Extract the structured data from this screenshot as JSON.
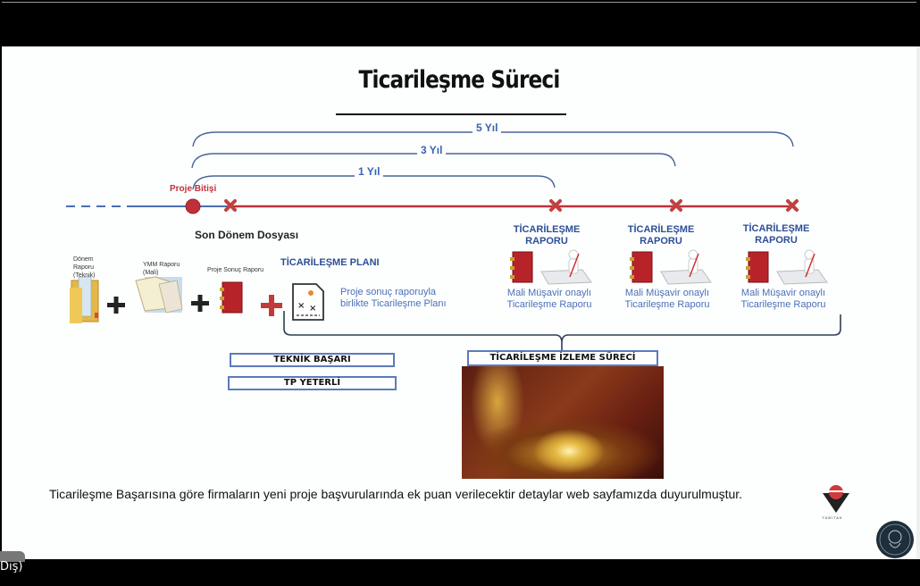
{
  "slide": {
    "title": "Ticarileşme Süreci",
    "spans": [
      {
        "label": "5 Yıl"
      },
      {
        "label": "3 Yıl"
      },
      {
        "label": "1 Yıl"
      }
    ],
    "timeline": {
      "project_end_label": "Proje Bitişi",
      "past_color": "#4a6fb3",
      "future_color": "#c0303a"
    },
    "son_donem": {
      "heading": "Son Dönem Dosyası",
      "docs": [
        {
          "label": "Dönem Raporu (Teknik)",
          "icon": "folder-document-icon"
        },
        {
          "label": "YMM Raporu (Mali)",
          "icon": "open-folder-icon"
        },
        {
          "label": "Proje Sonuç Raporu",
          "icon": "red-binder-icon"
        }
      ]
    },
    "plan": {
      "heading": "TİCARİLEŞME PLANI",
      "text_line1": "Proje sonuç raporuyla",
      "text_line2": "birlikte Ticarileşme Planı",
      "icon": "strategy-plan-icon"
    },
    "reports": [
      {
        "heading_line1": "TİCARİLEŞME",
        "heading_line2": "RAPORU",
        "text_line1": "Mali Müşavir onaylı",
        "text_line2": "Ticarileşme Raporu"
      },
      {
        "heading_line1": "TİCARİLEŞME",
        "heading_line2": "RAPORU",
        "text_line1": "Mali Müşavir onaylı",
        "text_line2": "Ticarileşme Raporu"
      },
      {
        "heading_line1": "TİCARİLEŞME",
        "heading_line2": "RAPORU",
        "text_line1": "Mali Müşavir onaylı",
        "text_line2": "Ticarileşme Raporu"
      }
    ],
    "boxes": {
      "teknik_basari": "TEKNİK BAŞARI",
      "tp_yeterli": "TP YETERLİ",
      "izleme": "TİCARİLEŞME İZLEME SÜRECİ"
    },
    "footnote": "Ticarileşme Başarısına göre firmaların yeni proje başvurularında ek puan verilecektir detaylar web sayfamızda duyurulmuştur.",
    "logos": {
      "tubitak_caption": "TÜBİTAK"
    }
  },
  "meeting": {
    "speaker_label": "Dış)"
  }
}
